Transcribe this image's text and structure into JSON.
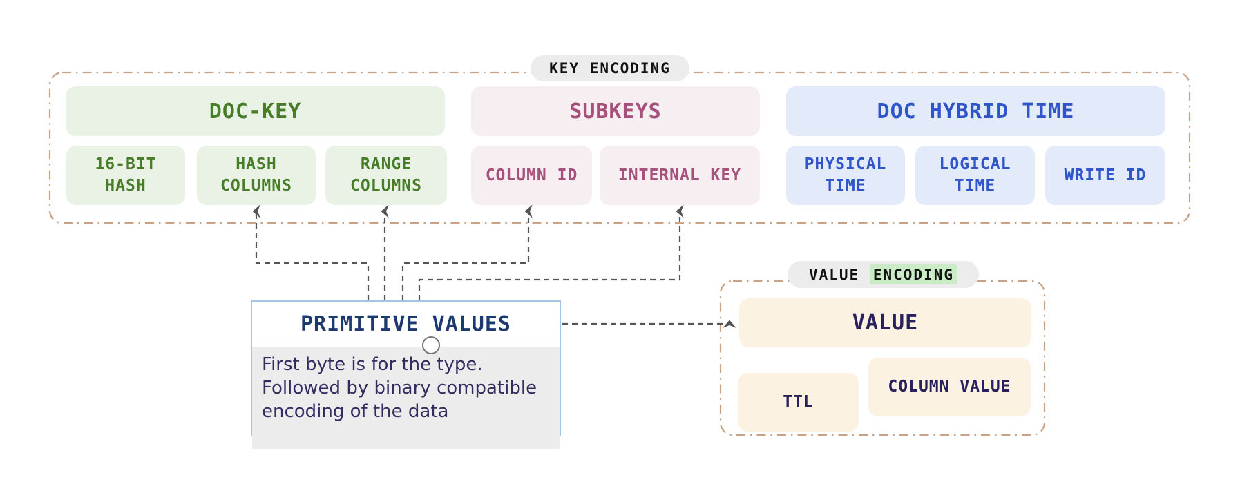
{
  "colors": {
    "green_bg": "#e9f2e5",
    "green_text": "#477d28",
    "rose_bg": "#f6eef0",
    "rose_text": "#a5517b",
    "blue_bg": "#e3eafa",
    "blue_text": "#2f55c8",
    "cream_bg": "#fbf2e1",
    "navy_text": "#28215c",
    "pill_bg": "#ececec",
    "pill_text": "#111111",
    "highlight_green": "#c9ecc6",
    "container_border": "#c9a285",
    "connector": "#555555",
    "prim_border": "#a7c4e6",
    "prim_body_bg": "#ececec",
    "prim_title": "#1d3a6e",
    "prim_text": "#322c5f"
  },
  "key_encoding": {
    "label": "KEY ENCODING",
    "groups": [
      {
        "title": "DOC-KEY",
        "items": [
          {
            "label": "16-BIT\nHASH"
          },
          {
            "label": "HASH\nCOLUMNS"
          },
          {
            "label": "RANGE\nCOLUMNS"
          }
        ]
      },
      {
        "title": "SUBKEYS",
        "items": [
          {
            "label": "COLUMN ID"
          },
          {
            "label": "INTERNAL KEY"
          }
        ]
      },
      {
        "title": "DOC HYBRID TIME",
        "items": [
          {
            "label": "PHYSICAL\nTIME"
          },
          {
            "label": "LOGICAL\nTIME"
          },
          {
            "label": "WRITE ID"
          }
        ]
      }
    ]
  },
  "primitive_values": {
    "title": "PRIMITIVE VALUES",
    "description": "First byte is for the type.\nFollowed by binary compatible\nencoding of the data"
  },
  "value_encoding": {
    "label_plain": "VALUE",
    "label_highlight": "ENCODING",
    "value_label": "VALUE",
    "items": [
      {
        "label": "TTL"
      },
      {
        "label": "COLUMN VALUE"
      }
    ]
  }
}
